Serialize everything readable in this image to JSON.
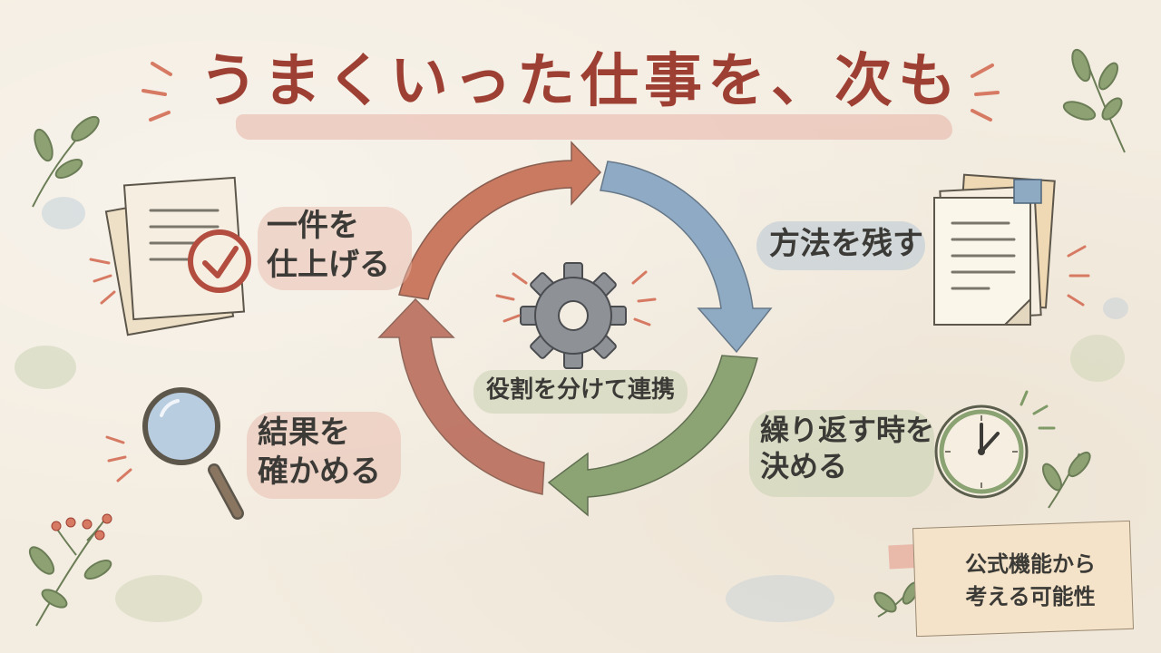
{
  "title": "うまくいった仕事を、次も",
  "center": {
    "label": "役割を分けて連携",
    "icon": "gear-icon"
  },
  "steps": [
    {
      "lines": [
        "一件を",
        "仕上げる"
      ],
      "icon": "document-check-icon"
    },
    {
      "lines": [
        "方法を残す"
      ],
      "icon": "notes-stack-icon"
    },
    {
      "lines": [
        "繰り返す時を",
        "決める"
      ],
      "icon": "clock-icon"
    },
    {
      "lines": [
        "結果を",
        "確かめる"
      ],
      "icon": "magnifier-icon"
    }
  ],
  "note": {
    "lines": [
      "公式機能から",
      "考える可能性"
    ]
  },
  "colors": {
    "title": "#9d3f33",
    "arrow_red": "#c56a4e",
    "arrow_blue": "#7e9fbf",
    "arrow_green": "#7f9a66",
    "arrow_rust": "#b5614f",
    "text": "#3b3a36"
  }
}
